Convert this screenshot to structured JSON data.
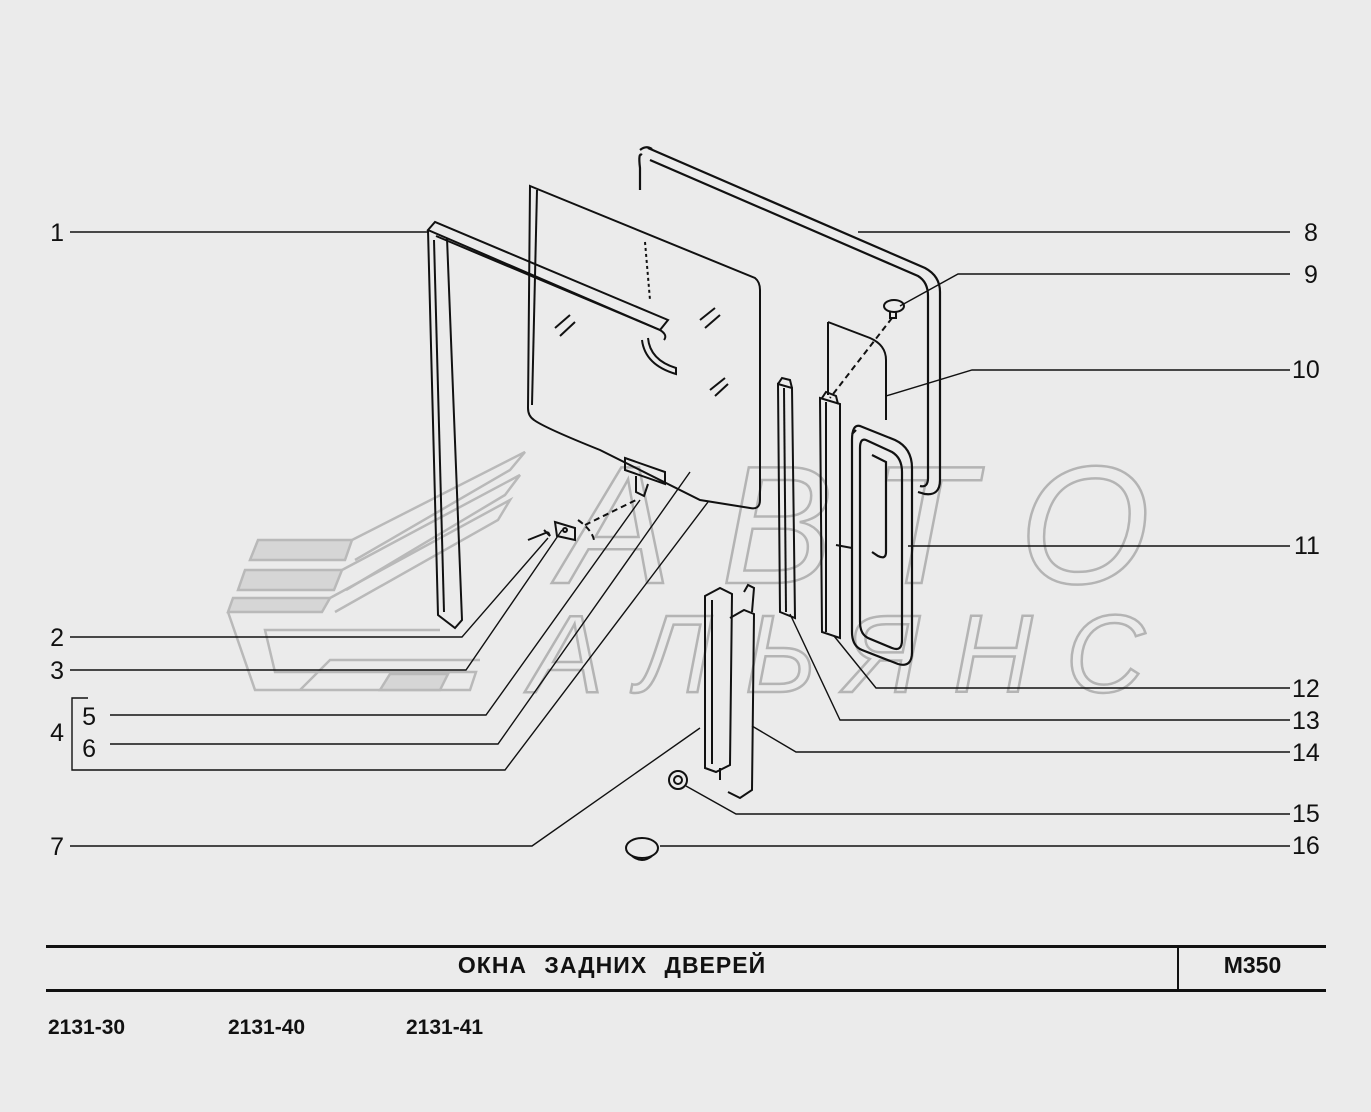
{
  "title": "ОКНА   ЗАДНИХ   ДВЕРЕЙ",
  "code": "М350",
  "models": [
    "2131-30",
    "2131-40",
    "2131-41"
  ],
  "callouts": {
    "left": [
      "1",
      "2",
      "3",
      "4",
      "5",
      "6",
      "7"
    ],
    "right": [
      "8",
      "9",
      "10",
      "11",
      "12",
      "13",
      "14",
      "15",
      "16"
    ]
  },
  "watermark": {
    "line1": "АВТО",
    "line2": "АЛЬЯНС"
  },
  "colors": {
    "background": "#ebebeb",
    "ink": "#111111",
    "watermark": "#b4b4b4"
  }
}
